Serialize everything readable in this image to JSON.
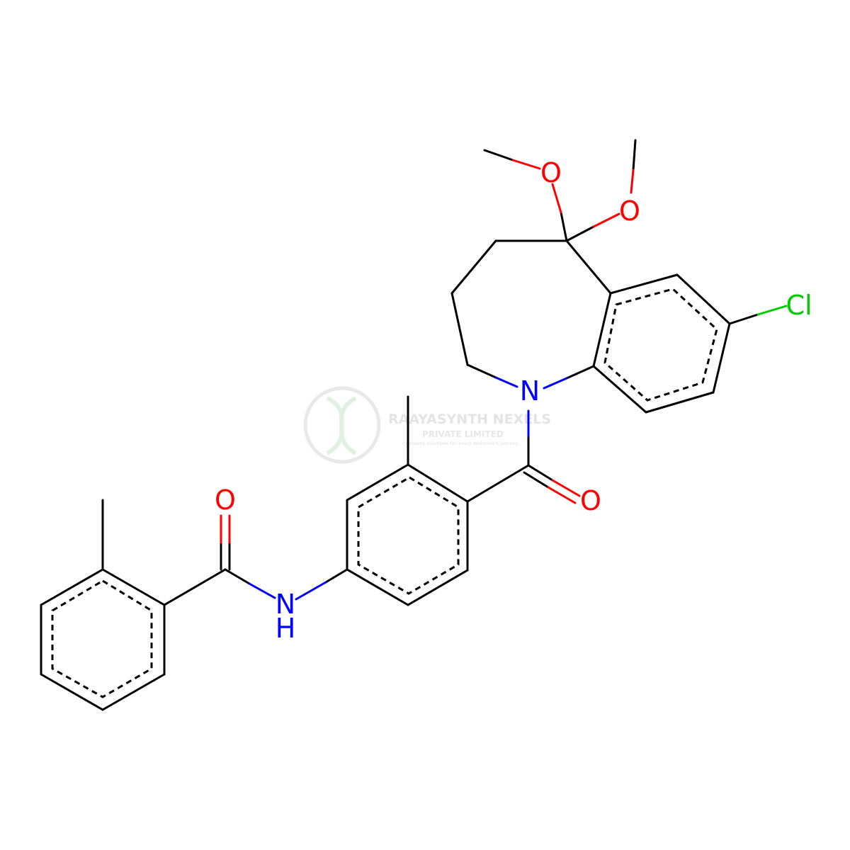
{
  "colors": {
    "bond": "#000000",
    "nitrogen": "#0000ff",
    "oxygen": "#ff0000",
    "chlorine": "#00cc00",
    "watermark": "#d8d8d8",
    "watermark_accent": "#c8e6c9"
  },
  "atoms": {
    "o_methoxy_1": "O",
    "o_methoxy_2": "O",
    "cl": "Cl",
    "n_ring": "N",
    "o_ketone": "O",
    "o_amide": "O",
    "n_amide": "N",
    "h_amide": "H"
  },
  "watermark": {
    "company": "RAAYASYNTH NEXELS",
    "subtitle": "PRIVATE LIMITED",
    "tagline": "Complete solutions for every molecule's journey"
  }
}
